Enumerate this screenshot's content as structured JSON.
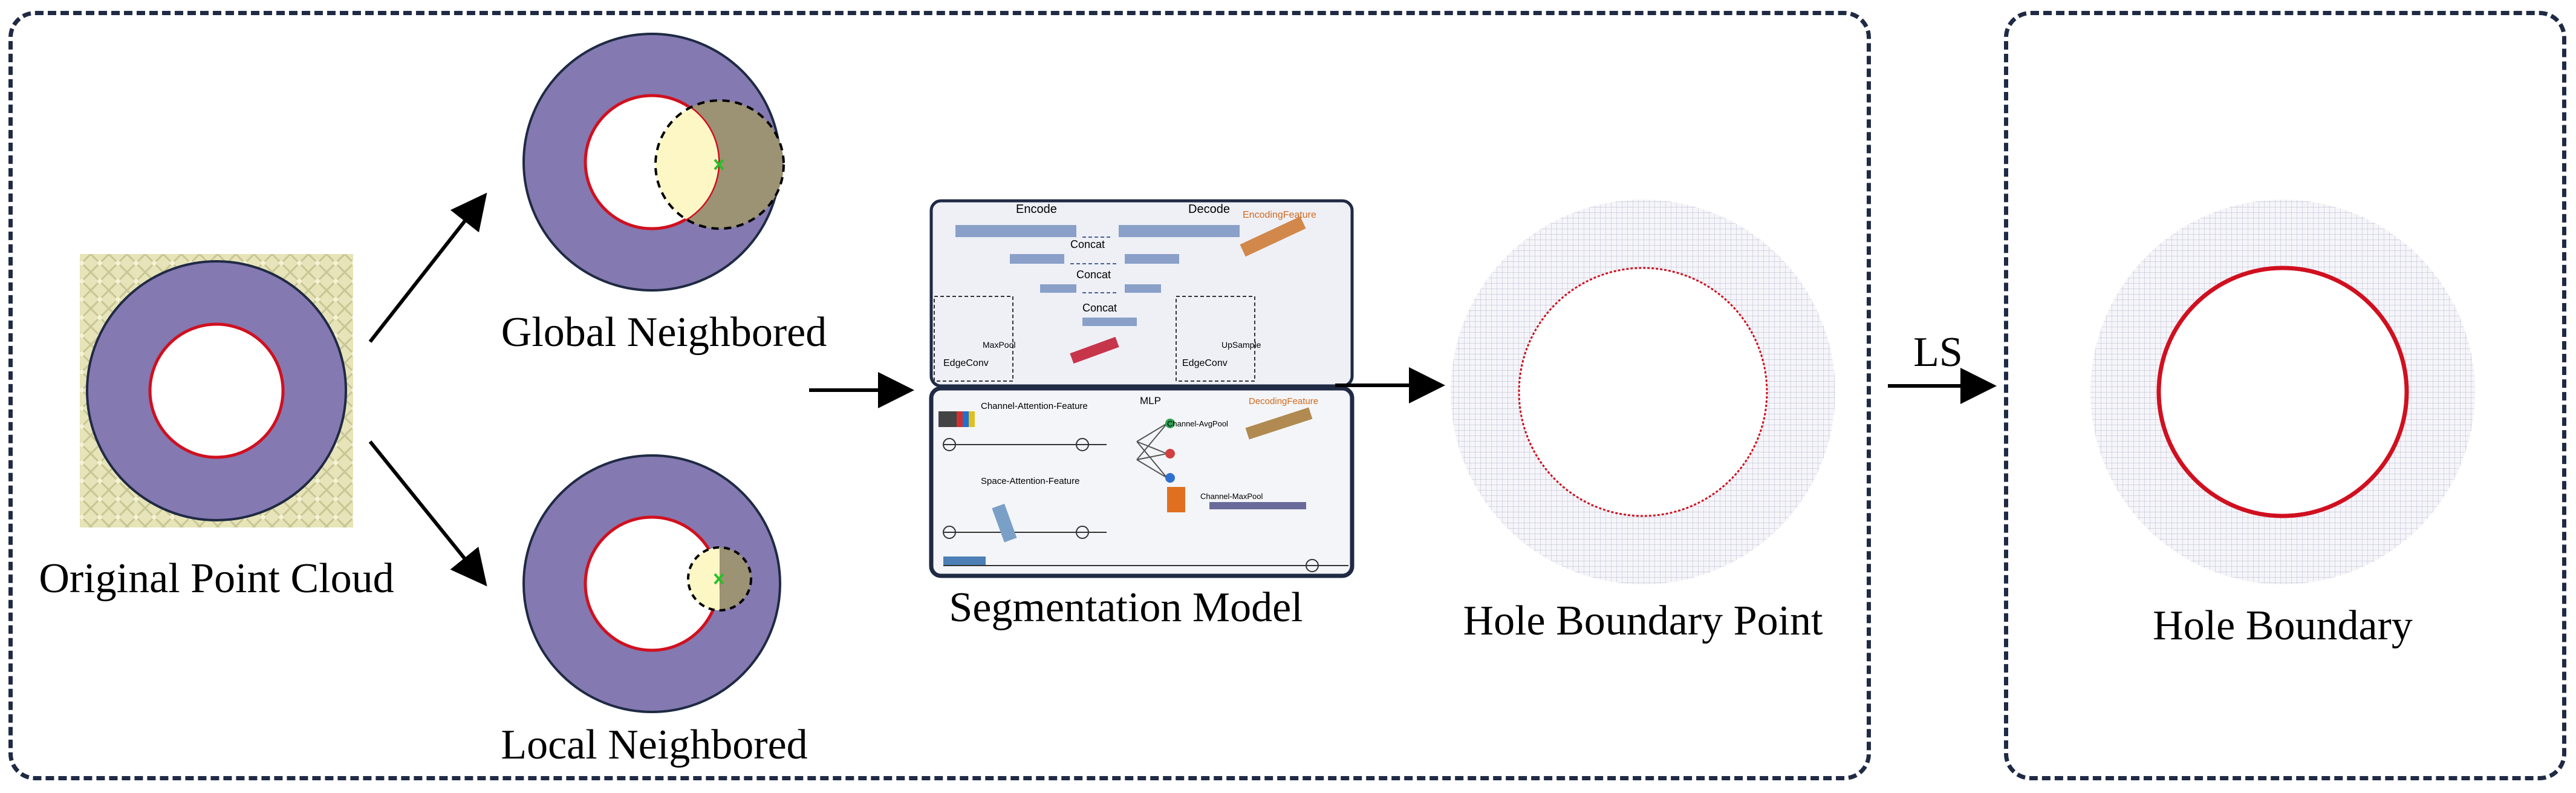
{
  "labels": {
    "original": "Original Point Cloud",
    "global": "Global Neighbored",
    "local": "Local Neighbored",
    "segmentation": "Segmentation Model",
    "hole_point": "Hole Boundary Point",
    "ls": "LS",
    "hole_boundary": "Hole Boundary"
  },
  "model_text": {
    "encode": "Encode",
    "decode": "Decode",
    "concat": "Concat",
    "encoding_feature": "EncodingFeature",
    "decoding_feature": "DecodingFeature",
    "edgeconv": "EdgeConv",
    "maxpool": "MaxPool",
    "upsample": "UpSample",
    "channel_attention": "Channel-Attention-Feature",
    "space_attention": "Space-Attention-Feature",
    "mlp": "MLP",
    "channel_avgpool": "Channel-AvgPool",
    "channel_maxpool": "Channel-MaxPool"
  },
  "colors": {
    "ring": "#8479b0",
    "boundary": "#d0101f",
    "highlight": "#fdf7c6",
    "overlap": "#9c9274",
    "frame": "#1f2a44",
    "grid": "#c9c9da"
  }
}
